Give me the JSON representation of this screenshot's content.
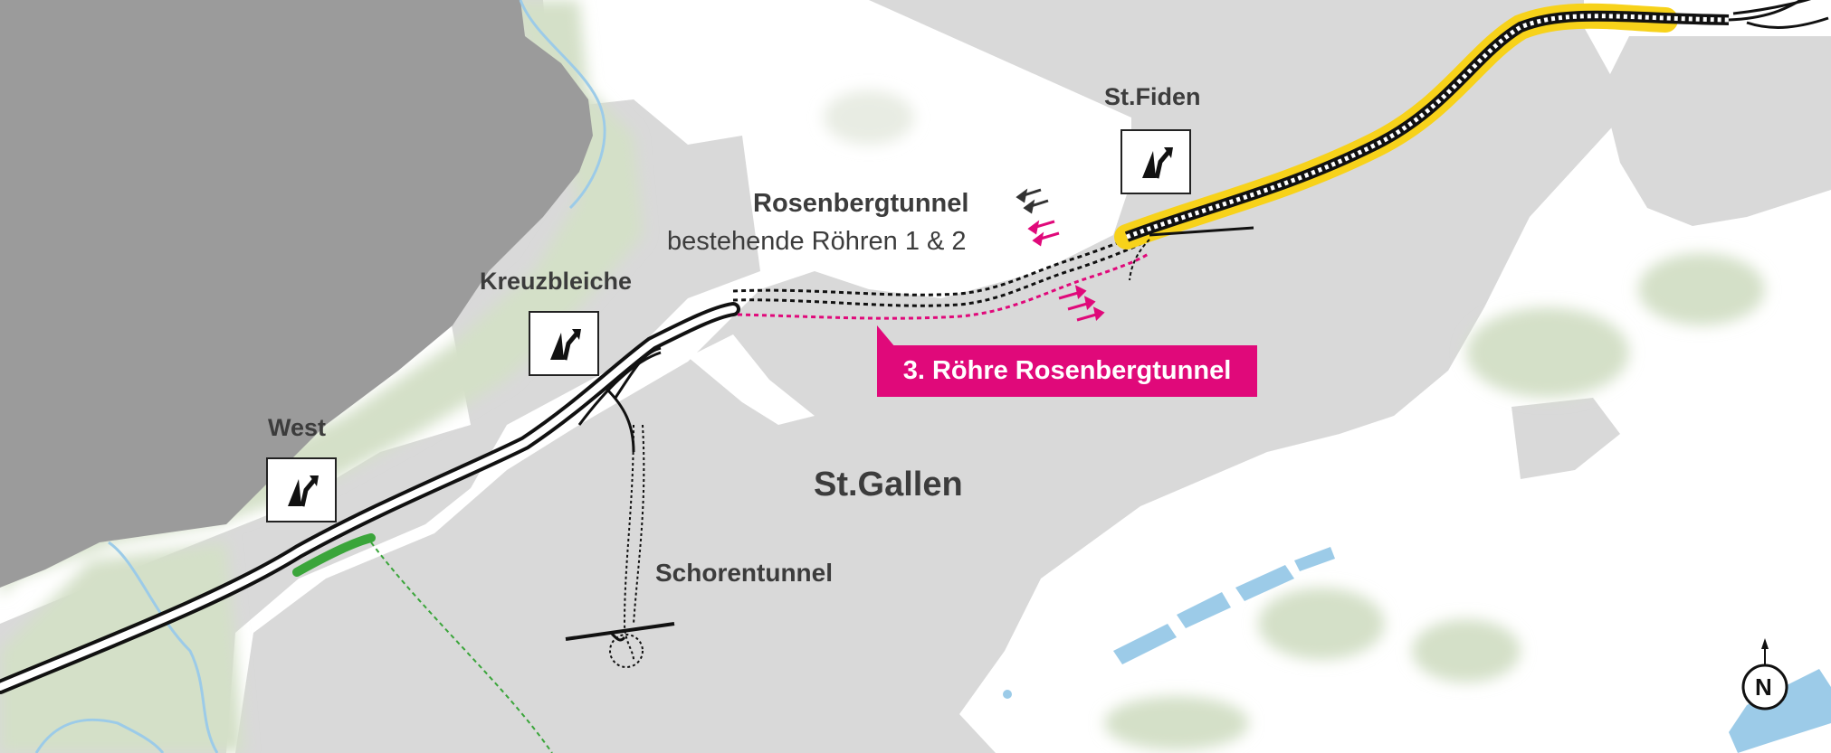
{
  "map": {
    "city_label": "St.Gallen",
    "colors": {
      "lake": "#9b9b9b",
      "urban": "#d9d9d9",
      "forest": "#d4e0c8",
      "water": "#9ccbe8",
      "motorway": "#111111",
      "new_tunnel": "#e0097a",
      "widening": "#f7d21a",
      "western_link": "#3aa53a"
    }
  },
  "junctions": [
    {
      "name": "West"
    },
    {
      "name": "Kreuzbleiche"
    },
    {
      "name": "St.Fiden"
    }
  ],
  "tunnels": {
    "rosenberg_title": "Rosenbergtunnel",
    "rosenberg_subtitle": "bestehende Röhren 1 & 2",
    "third_tube_label": "3. Röhre Rosenbergtunnel",
    "schoren_label": "Schorentunnel"
  },
  "compass": {
    "label": "N",
    "icon": "north-arrow-icon"
  }
}
